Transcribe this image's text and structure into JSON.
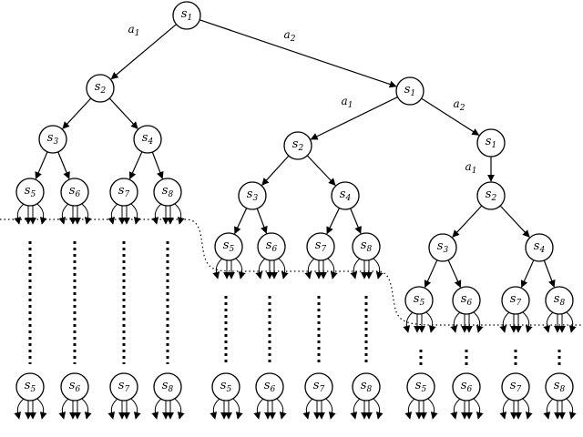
{
  "colors": {
    "stroke": "#000000",
    "background": "#ffffff"
  },
  "node_labels": {
    "s1": [
      "s",
      "1"
    ],
    "s2": [
      "s",
      "2"
    ],
    "s3": [
      "s",
      "3"
    ],
    "s4": [
      "s",
      "4"
    ],
    "s5": [
      "s",
      "5"
    ],
    "s6": [
      "s",
      "6"
    ],
    "s7": [
      "s",
      "7"
    ],
    "s8": [
      "s",
      "8"
    ]
  },
  "edge_labels": {
    "root_a1": [
      "a",
      "1"
    ],
    "root_a2": [
      "a",
      "2"
    ],
    "second_a1": [
      "a",
      "1"
    ],
    "second_a2": [
      "a",
      "2"
    ],
    "third_a1": [
      "a",
      "1"
    ]
  }
}
